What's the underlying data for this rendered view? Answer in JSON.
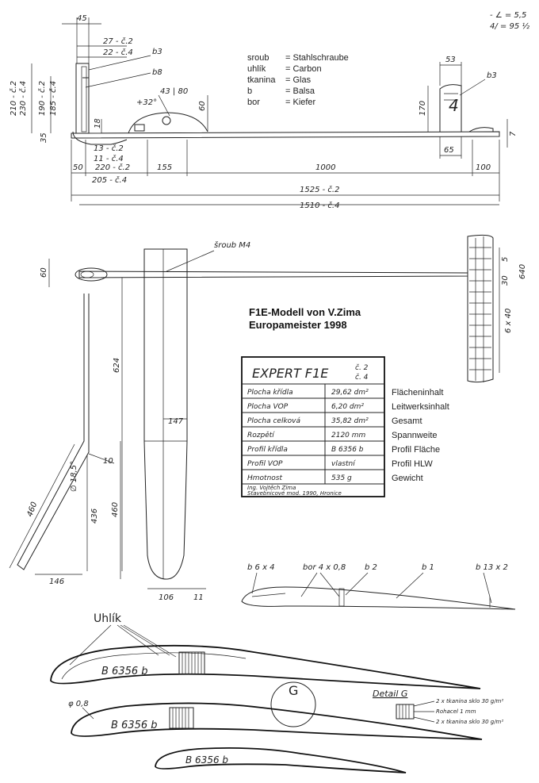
{
  "top_view": {
    "dims": {
      "d45": "45",
      "d27": "27 - č.2",
      "d22": "22 - č.4",
      "b3_left": "b3",
      "b8": "b8",
      "h210": "210 - č.2",
      "h230": "230 - č.4",
      "h190": "190 - č.2",
      "h185": "185 - č.4",
      "d18": "18",
      "d35": "35",
      "d13": "13 - č.2",
      "d11": "11 - č.4",
      "plus32": "+32°",
      "d43": "43 | 80",
      "d60": "60",
      "d53": "53",
      "b3_right": "b3",
      "d170": "170",
      "d65": "65",
      "d7": "7",
      "d50": "50",
      "d220": "220 - č.2",
      "d205": "205 - č.4",
      "d155": "155",
      "d1000": "1000",
      "d100": "100",
      "d1525": "1525 - č.2",
      "d1510": "1510 - č.4",
      "corner1": "- ∠ = 5,5",
      "corner2": "4/ = 95 ½"
    },
    "legend": [
      {
        "term": "sroub",
        "value": "= Stahlschraube"
      },
      {
        "term": "uhlík",
        "value": "= Carbon"
      },
      {
        "term": "tkanina",
        "value": "= Glas"
      },
      {
        "term": "b",
        "value": "= Balsa"
      },
      {
        "term": "bor",
        "value": "= Kiefer"
      }
    ]
  },
  "plan_view": {
    "labels": {
      "sroub": "šroub M4",
      "d60": "60",
      "d624": "624",
      "d147": "147",
      "d10": "10",
      "d460_left": "460",
      "d436": "436",
      "d460_mid": "460",
      "d146": "146",
      "d106": "106",
      "d11": "11",
      "d640": "640",
      "d6x40": "6 x 40",
      "d30": "30",
      "d5": "5",
      "angle": "∅ 18,5°"
    },
    "title_line1": "F1E-Modell von V.Zima",
    "title_line2": "Europameister 1998"
  },
  "spec_table": {
    "title": "EXPERT F1E",
    "title_sub1": "č. 2",
    "title_sub2": "č. 4",
    "rows": [
      {
        "label": "Plocha křídla",
        "value": "29,62 dm²",
        "de": "Flächeninhalt"
      },
      {
        "label": "Plocha VOP",
        "value": "6,20 dm²",
        "de": "Leitwerksinhalt"
      },
      {
        "label": "Plocha celková",
        "value": "35,82 dm²",
        "de": "Gesamt"
      },
      {
        "label": "Rozpětí",
        "value": "2120 mm",
        "de": "Spannweite"
      },
      {
        "label": "Profil křídla",
        "value": "B 6356 b",
        "de": "Profil Fläche"
      },
      {
        "label": "Profil VOP",
        "value": "vlastní",
        "de": "Profil HLW"
      },
      {
        "label": "Hmotnost",
        "value": "535 g",
        "de": "Gewicht"
      }
    ],
    "footer1": "Ing. Vojtěch Zima",
    "footer2": "Stavebnicové mod. 1990, Hronice"
  },
  "tail_profile": {
    "labels": {
      "b6": "b 6 x 4",
      "bor": "bor 4 x 0,8",
      "b2": "b 2",
      "b1": "b 1",
      "b13": "b 13 x 2"
    }
  },
  "wing_profiles": {
    "uhlik": "Uhlík",
    "profile_label": "B 6356 b",
    "dia": "φ 0,8",
    "g_label": "G",
    "detail_title": "Detail G",
    "detail_lines": [
      "2 x tkanina sklo 30 g/m²",
      "Rohacel 1 mm",
      "2 x tkanina sklo 30 g/m²"
    ]
  }
}
